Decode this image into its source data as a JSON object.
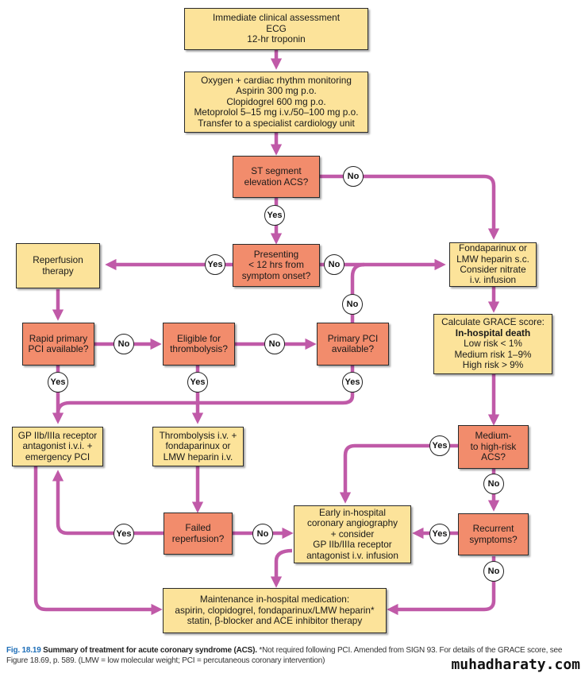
{
  "colors": {
    "action_box": "#fce39a",
    "decision_box": "#f28c6c",
    "connector": "#c05aa8",
    "figure_label": "#1f6fb8"
  },
  "nodes": {
    "assessment": {
      "type": "action",
      "lines": [
        "Immediate clinical assessment",
        "ECG",
        "12-hr troponin"
      ]
    },
    "initial_treatment": {
      "type": "action",
      "lines": [
        "Oxygen + cardiac rhythm monitoring",
        "Aspirin 300 mg p.o.",
        "Clopidogrel 600 mg p.o.",
        "Metoprolol 5–15 mg i.v./50–100 mg p.o.",
        "Transfer to a specialist cardiology unit"
      ]
    },
    "st_elevation": {
      "type": "decision",
      "lines": [
        "ST segment",
        "elevation ACS?"
      ]
    },
    "presenting_12hrs": {
      "type": "decision",
      "lines": [
        "Presenting",
        "< 12 hrs from",
        "symptom onset?"
      ]
    },
    "reperfusion_therapy": {
      "type": "action",
      "lines": [
        "Reperfusion",
        "therapy"
      ]
    },
    "fondaparinux": {
      "type": "action",
      "lines": [
        "Fondaparinux or",
        "LMW heparin s.c.",
        "Consider nitrate",
        "i.v. infusion"
      ]
    },
    "rapid_pci": {
      "type": "decision",
      "lines": [
        "Rapid primary",
        "PCI available?"
      ]
    },
    "eligible_thrombolysis": {
      "type": "decision",
      "lines": [
        "Eligible for",
        "thrombolysis?"
      ]
    },
    "primary_pci": {
      "type": "decision",
      "lines": [
        "Primary PCI",
        "available?"
      ]
    },
    "grace_score": {
      "type": "action",
      "lines": [
        "Calculate GRACE score:",
        "In-hospital death",
        "Low risk < 1%",
        "Medium risk 1–9%",
        "High risk > 9%"
      ],
      "bold_line": 1
    },
    "gp_emergency_pci": {
      "type": "action",
      "lines": [
        "GP IIb/IIIa receptor",
        "antagonist i.v.i. +",
        "emergency PCI"
      ]
    },
    "thrombolysis": {
      "type": "action",
      "lines": [
        "Thrombolysis i.v. +",
        "fondaparinux or",
        "LMW heparin i.v."
      ]
    },
    "medium_high_risk": {
      "type": "decision",
      "lines": [
        "Medium-",
        "to high-risk",
        "ACS?"
      ]
    },
    "failed_reperfusion": {
      "type": "decision",
      "lines": [
        "Failed",
        "reperfusion?"
      ]
    },
    "early_angiography": {
      "type": "action",
      "lines": [
        "Early in-hospital",
        "coronary angiography",
        "+ consider",
        "GP IIb/IIIa receptor",
        "antagonist i.v. infusion"
      ]
    },
    "recurrent_symptoms": {
      "type": "decision",
      "lines": [
        "Recurrent",
        "symptoms?"
      ]
    },
    "maintenance": {
      "type": "action",
      "lines": [
        "Maintenance in-hospital medication:",
        "aspirin, clopidogrel, fondaparinux/LMW heparin*",
        "statin, β-blocker and ACE inhibitor therapy"
      ]
    }
  },
  "edges": [
    {
      "from": "assessment",
      "to": "initial_treatment",
      "label": ""
    },
    {
      "from": "initial_treatment",
      "to": "st_elevation",
      "label": ""
    },
    {
      "from": "st_elevation",
      "to": "presenting_12hrs",
      "label": "Yes"
    },
    {
      "from": "st_elevation",
      "to": "fondaparinux",
      "label": "No"
    },
    {
      "from": "presenting_12hrs",
      "to": "reperfusion_therapy",
      "label": "Yes"
    },
    {
      "from": "presenting_12hrs",
      "to": "fondaparinux",
      "label": "No"
    },
    {
      "from": "primary_pci",
      "to": "fondaparinux",
      "label": "No"
    },
    {
      "from": "reperfusion_therapy",
      "to": "rapid_pci",
      "label": ""
    },
    {
      "from": "rapid_pci",
      "to": "eligible_thrombolysis",
      "label": "No"
    },
    {
      "from": "eligible_thrombolysis",
      "to": "primary_pci",
      "label": "No"
    },
    {
      "from": "rapid_pci",
      "to": "gp_emergency_pci",
      "label": "Yes"
    },
    {
      "from": "eligible_thrombolysis",
      "to": "thrombolysis",
      "label": "Yes"
    },
    {
      "from": "primary_pci",
      "to": "gp_emergency_pci",
      "label": "Yes"
    },
    {
      "from": "fondaparinux",
      "to": "grace_score",
      "label": ""
    },
    {
      "from": "grace_score",
      "to": "medium_high_risk",
      "label": ""
    },
    {
      "from": "medium_high_risk",
      "to": "early_angiography",
      "label": "Yes"
    },
    {
      "from": "medium_high_risk",
      "to": "recurrent_symptoms",
      "label": "No"
    },
    {
      "from": "thrombolysis",
      "to": "failed_reperfusion",
      "label": ""
    },
    {
      "from": "failed_reperfusion",
      "to": "gp_emergency_pci",
      "label": "Yes"
    },
    {
      "from": "failed_reperfusion",
      "to": "early_angiography",
      "label": "No"
    },
    {
      "from": "recurrent_symptoms",
      "to": "early_angiography",
      "label": "Yes"
    },
    {
      "from": "recurrent_symptoms",
      "to": "maintenance",
      "label": "No"
    },
    {
      "from": "early_angiography",
      "to": "maintenance",
      "label": ""
    },
    {
      "from": "gp_emergency_pci",
      "to": "maintenance",
      "label": ""
    }
  ],
  "caption": {
    "figure_number": "Fig. 18.19",
    "title": "Summary of treatment for acute coronary syndrome (ACS).",
    "text": " *Not required following PCI. Amended from SIGN 93. For details of the GRACE score, see Figure 18.69, p. 589. (LMW = low molecular weight; PCI = percutaneous coronary intervention)"
  },
  "watermark": "muhadharaty.com"
}
